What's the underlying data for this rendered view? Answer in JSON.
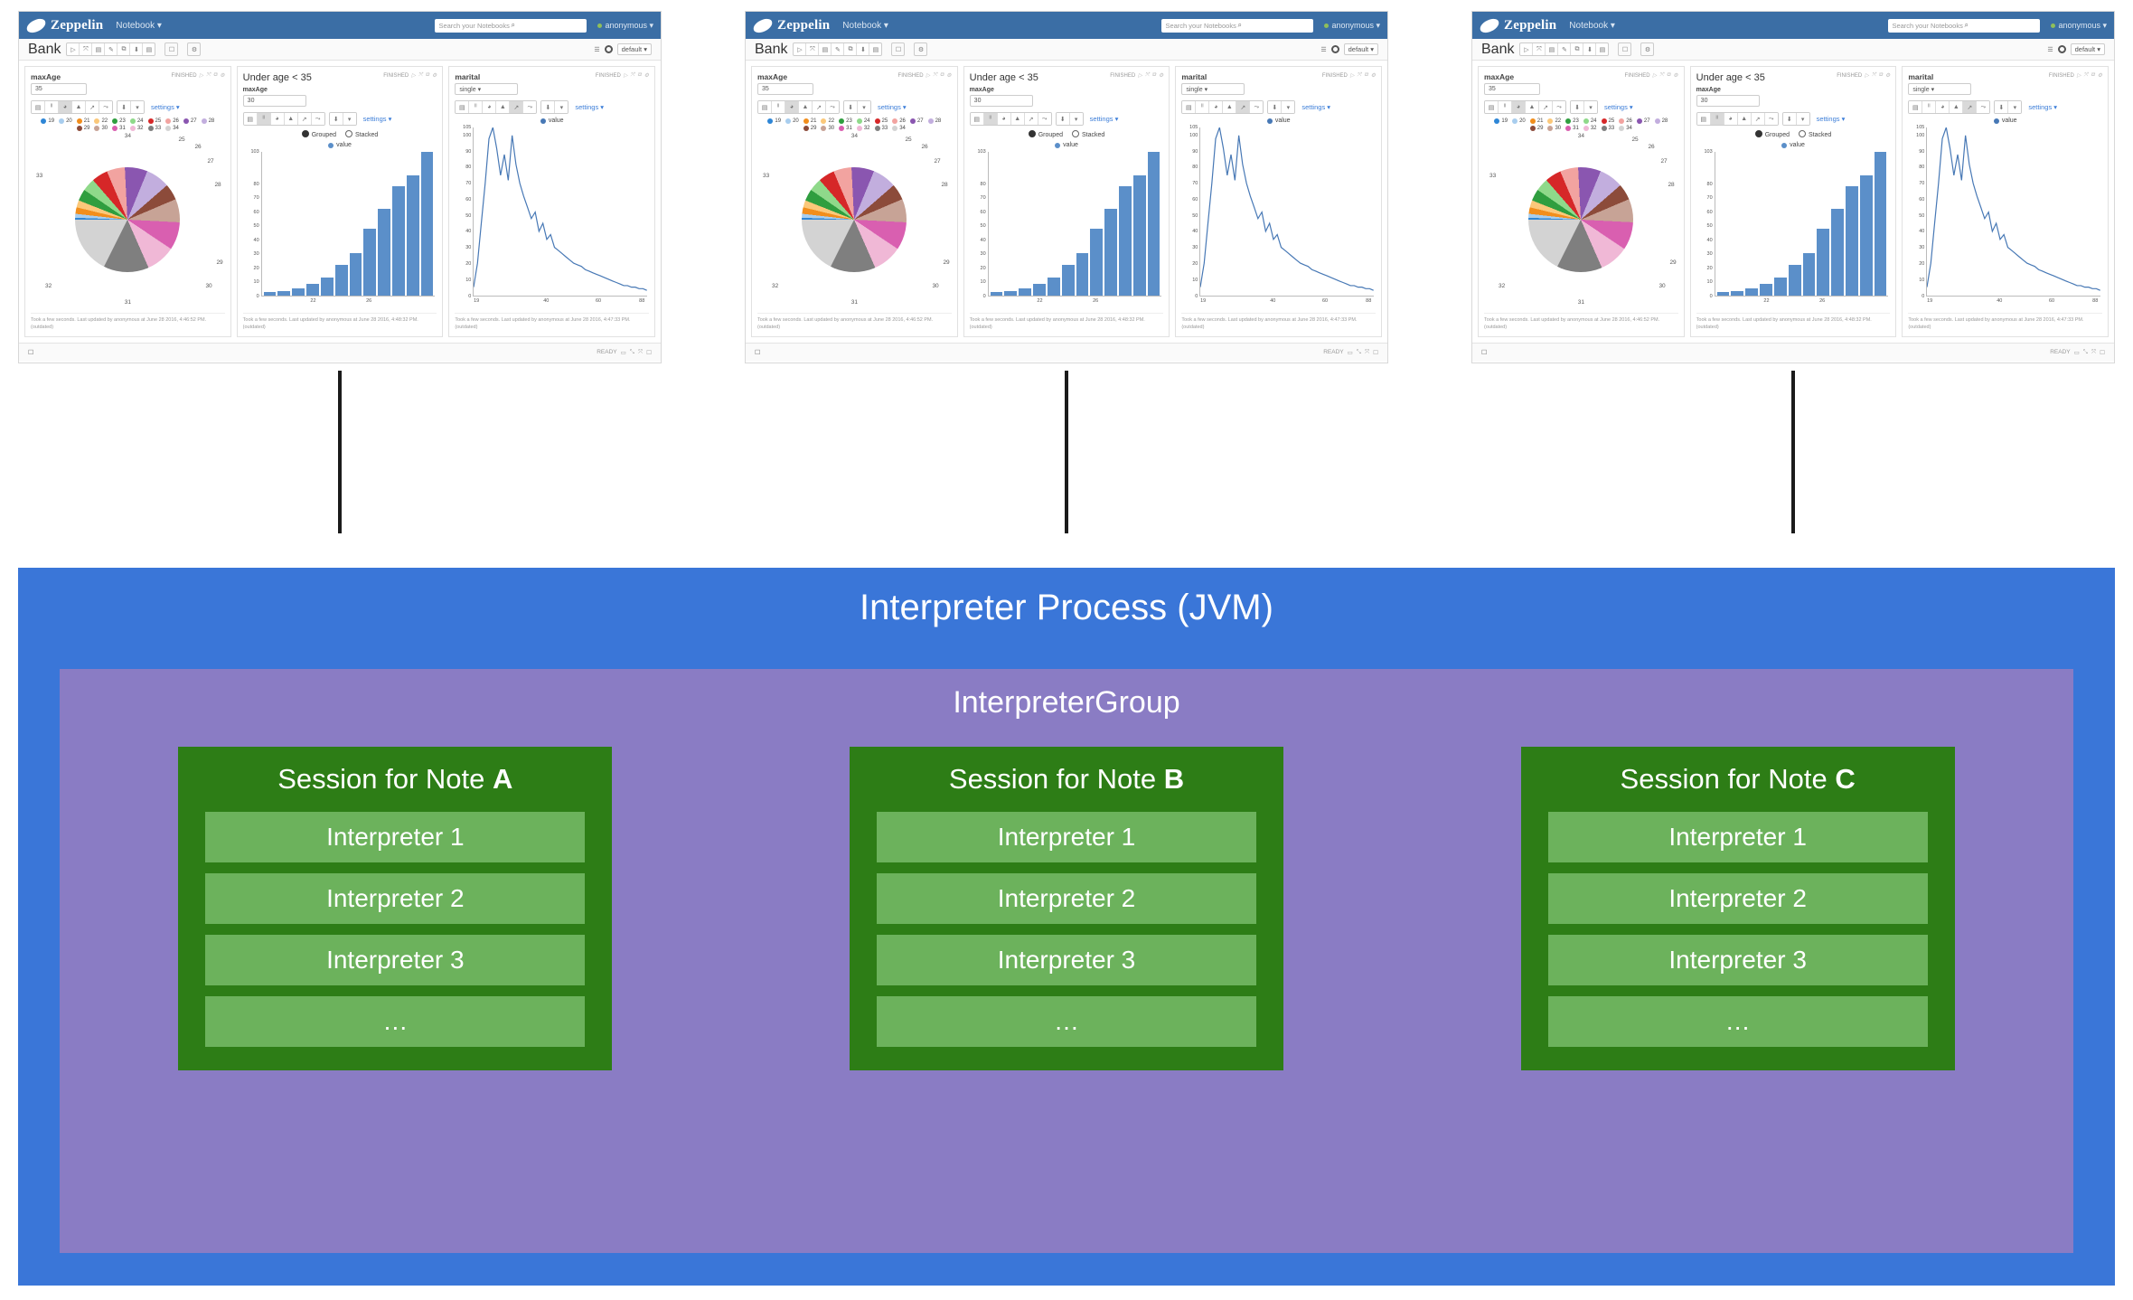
{
  "notebook": {
    "brand": "Zeppelin",
    "menu_label": "Notebook",
    "menu_caret": "▾",
    "search_placeholder": "Search your Notebooks",
    "search_icon": "⌕",
    "user_label": "anonymous",
    "user_caret": "▾",
    "title": "Bank",
    "toolbar_icons": [
      "▷",
      "⤧",
      "▤",
      "✎",
      "⧉",
      "⬇",
      "▤"
    ],
    "trash_icon": "☐",
    "gear_icon": "⚙",
    "interpreter_binding": "default",
    "binding_caret": "▾",
    "list_icon": "☰",
    "footer_status": "READY",
    "footer_icons": [
      "▭",
      "⤡",
      "⤧",
      "☐"
    ],
    "paragraphs": [
      {
        "name": "pie-paragraph",
        "title": "maxAge",
        "status": "FINISHED",
        "input_value": "35",
        "viz_icons": [
          "▤",
          "ᴵᴵ",
          "◕",
          "▲",
          "↗",
          "⤳"
        ],
        "viz_selected_index": 2,
        "export_icon": "⬇",
        "caret": "▾",
        "settings_label": "settings",
        "legend": [
          {
            "label": "19",
            "color": "#2e86d6"
          },
          {
            "label": "20",
            "color": "#a8cdee"
          },
          {
            "label": "21",
            "color": "#f28e1c"
          },
          {
            "label": "22",
            "color": "#fbc87a"
          },
          {
            "label": "23",
            "color": "#2f9e3f"
          },
          {
            "label": "24",
            "color": "#8fd98a"
          },
          {
            "label": "25",
            "color": "#d62728"
          },
          {
            "label": "26",
            "color": "#f2a3a0"
          },
          {
            "label": "27",
            "color": "#8a56b0"
          },
          {
            "label": "28",
            "color": "#c2aede"
          },
          {
            "label": "29",
            "color": "#8c4b3a"
          },
          {
            "label": "30",
            "color": "#c7a396"
          },
          {
            "label": "31",
            "color": "#d95fb0"
          },
          {
            "label": "32",
            "color": "#f0b8d6"
          },
          {
            "label": "33",
            "color": "#7f7f7f"
          },
          {
            "label": "34",
            "color": "#d3d3d3"
          }
        ],
        "slice_labels": [
          "34",
          "33",
          "32",
          "31",
          "30",
          "29",
          "28",
          "27",
          "26",
          "25"
        ],
        "footer": "Took a few seconds. Last updated by anonymous at June 28 2016, 4:46:52 PM. (outdated)"
      },
      {
        "name": "bar-paragraph",
        "title": "Under age < 35",
        "status": "FINISHED",
        "input_label": "maxAge",
        "input_value": "30",
        "viz_icons": [
          "▤",
          "ᴵᴵ",
          "◕",
          "▲",
          "↗",
          "⤳"
        ],
        "viz_selected_index": 1,
        "export_icon": "⬇",
        "caret": "▾",
        "settings_label": "settings",
        "radio_grouped": "Grouped",
        "radio_stacked": "Stacked",
        "legend_label": "value",
        "legend_color": "#4778b5",
        "footer": "Took a few seconds. Last updated by anonymous at June 28 2016, 4:48:32 PM. (outdated)"
      },
      {
        "name": "line-paragraph",
        "title": "marital",
        "status": "FINISHED",
        "input_value": "single",
        "viz_icons": [
          "▤",
          "ᴵᴵ",
          "◕",
          "▲",
          "↗",
          "⤳"
        ],
        "viz_selected_index": 4,
        "export_icon": "⬇",
        "caret": "▾",
        "settings_label": "settings",
        "legend_label": "value",
        "legend_color": "#4778b5",
        "footer": "Took a few seconds. Last updated by anonymous at June 28 2016, 4:47:33 PM. (outdated)"
      }
    ]
  },
  "chart_data": [
    {
      "type": "pie",
      "title": "maxAge",
      "labels": [
        "19",
        "20",
        "21",
        "22",
        "23",
        "24",
        "25",
        "26",
        "27",
        "28",
        "29",
        "30",
        "31",
        "32",
        "33",
        "34"
      ],
      "values": [
        0.6,
        1.2,
        2.0,
        2.2,
        3.6,
        4.0,
        5.0,
        5.6,
        7.0,
        7.4,
        5.0,
        7.2,
        8.6,
        9.0,
        14.0,
        17.6
      ],
      "colors": [
        "#2e86d6",
        "#a8cdee",
        "#f28e1c",
        "#fbc87a",
        "#2f9e3f",
        "#8fd98a",
        "#d62728",
        "#f2a3a0",
        "#8a56b0",
        "#c2aede",
        "#8c4b3a",
        "#c7a396",
        "#d95fb0",
        "#f0b8d6",
        "#7f7f7f",
        "#d3d3d3"
      ],
      "legend": "top"
    },
    {
      "type": "bar",
      "title": "Under age < 35",
      "categories": [
        "19",
        "20",
        "21",
        "22",
        "23",
        "24",
        "25",
        "26",
        "27",
        "28",
        "29",
        "30"
      ],
      "values": [
        2,
        3,
        5,
        8,
        13,
        22,
        30,
        48,
        62,
        78,
        86,
        103
      ],
      "xticks": [
        "22",
        "26"
      ],
      "yticks": [
        0,
        10,
        20,
        30,
        40,
        50,
        60,
        70,
        80,
        103
      ],
      "ylim": [
        0,
        103
      ],
      "series_name": "value",
      "color": "#5b8fc9"
    },
    {
      "type": "line",
      "title": "marital",
      "x": [
        19,
        20,
        21,
        22,
        23,
        24,
        25,
        26,
        27,
        28,
        29,
        30,
        31,
        32,
        33,
        34,
        35,
        36,
        37,
        38,
        39,
        40,
        42,
        44,
        46,
        48,
        50,
        52,
        54,
        56,
        58,
        60,
        62,
        64,
        66,
        68,
        70,
        72,
        74,
        76,
        78,
        80,
        82,
        84,
        86,
        88
      ],
      "values": [
        5,
        20,
        45,
        70,
        98,
        105,
        92,
        75,
        88,
        72,
        100,
        82,
        70,
        62,
        55,
        48,
        52,
        40,
        45,
        35,
        38,
        30,
        28,
        26,
        24,
        22,
        20,
        19,
        18,
        16,
        15,
        14,
        13,
        12,
        11,
        10,
        9,
        8,
        7,
        6,
        6,
        5,
        5,
        4,
        4,
        3
      ],
      "xticks": [
        "19",
        "40",
        "60",
        "88"
      ],
      "yticks": [
        0,
        10,
        20,
        30,
        40,
        50,
        60,
        70,
        80,
        90,
        100,
        105
      ],
      "ylim": [
        0,
        105
      ],
      "series_name": "value",
      "color": "#4778b5"
    }
  ],
  "diagram": {
    "jvm_title": "Interpreter Process (JVM)",
    "jvm_color": "#3a76d8",
    "group_title": "InterpreterGroup",
    "group_color": "#8a7cc4",
    "session_color": "#2d7d16",
    "interpreter_color": "#6cb25c",
    "sessions": [
      {
        "title_prefix": "Session for Note ",
        "title_note": "A",
        "interpreters": [
          "Interpreter 1",
          "Interpreter 2",
          "Interpreter 3",
          "…"
        ]
      },
      {
        "title_prefix": "Session for Note ",
        "title_note": "B",
        "interpreters": [
          "Interpreter 1",
          "Interpreter 2",
          "Interpreter 3",
          "…"
        ]
      },
      {
        "title_prefix": "Session for Note ",
        "title_note": "C",
        "interpreters": [
          "Interpreter 1",
          "Interpreter 2",
          "Interpreter 3",
          "…"
        ]
      }
    ]
  }
}
